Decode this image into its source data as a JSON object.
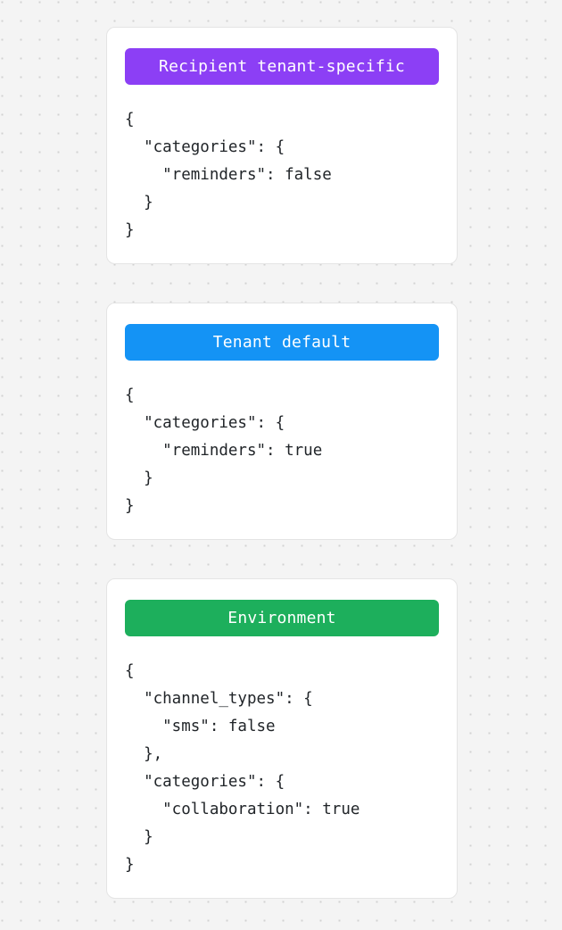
{
  "background": {
    "color": "#f4f4f4",
    "dot_color": "#d2d2d2",
    "pattern": "dot-grid"
  },
  "cards": [
    {
      "name": "recipient-tenant-specific",
      "title": "Recipient tenant-specific",
      "accent_color": "#8c3ff5",
      "code": "{\n  \"categories\": {\n    \"reminders\": false\n  }\n}"
    },
    {
      "name": "tenant-default",
      "title": "Tenant default",
      "accent_color": "#1493f5",
      "code": "{\n  \"categories\": {\n    \"reminders\": true\n  }\n}"
    },
    {
      "name": "environment",
      "title": "Environment",
      "accent_color": "#1daf5c",
      "code": "{\n  \"channel_types\": {\n    \"sms\": false\n  },\n  \"categories\": {\n    \"collaboration\": true\n  }\n}"
    }
  ]
}
